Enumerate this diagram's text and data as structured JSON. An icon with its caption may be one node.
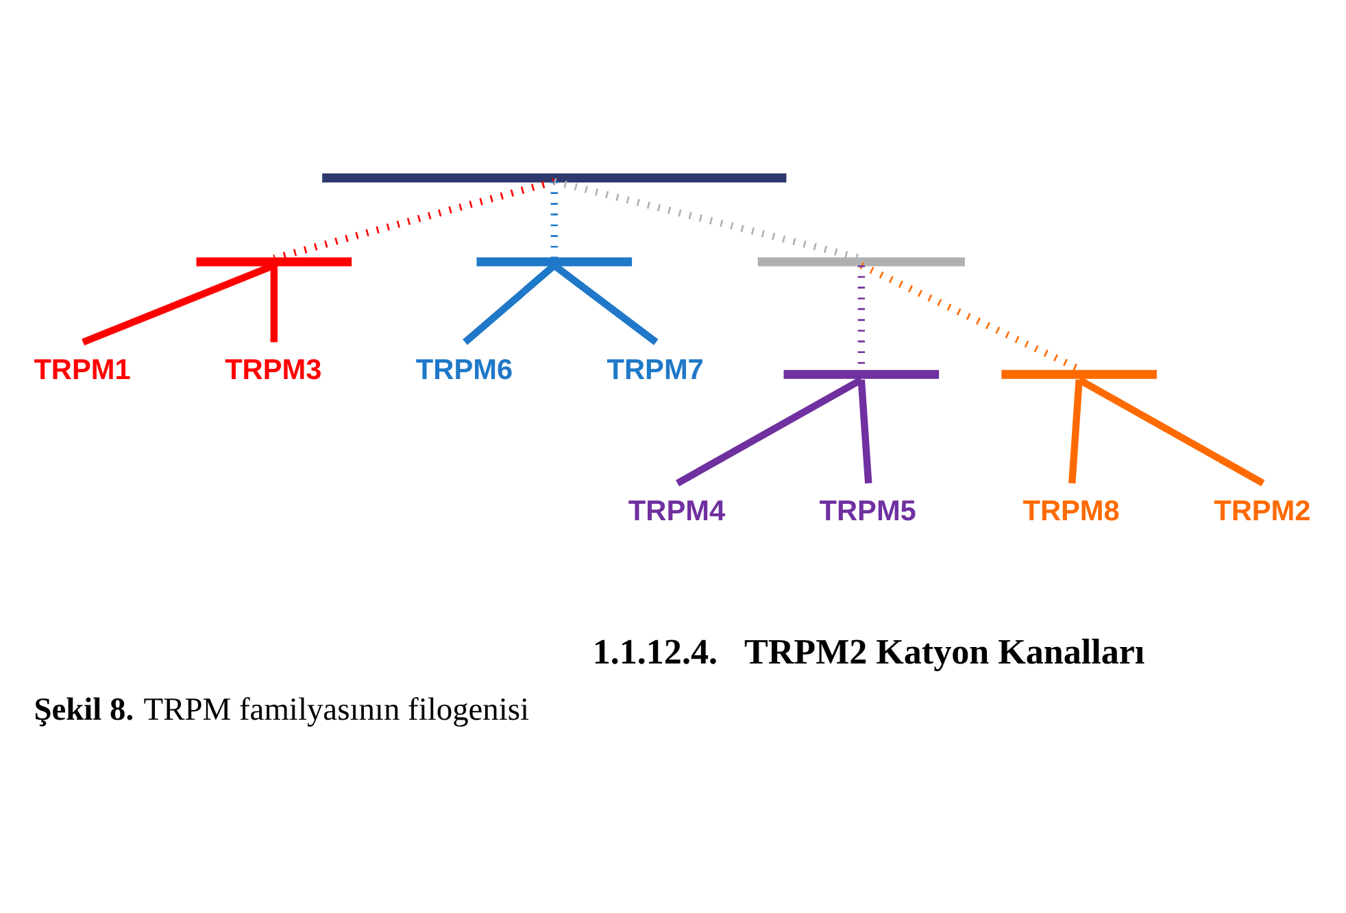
{
  "diagram": {
    "caption": "**Şekil 8.** TRPM familyasının filogenisi",
    "nodes": [
      {
        "text": [],
        "shape": "bar"
      },
      {
        "text": [],
        "shape": "bar"
      },
      {
        "text": [],
        "shape": "bar"
      },
      {
        "text": [
          "TRPM6"
        ]
      },
      {
        "text": [
          "TRPM7"
        ]
      },
      {
        "text": [],
        "shape": "bar"
      },
      {
        "text": [
          "TRPM1"
        ]
      },
      {
        "text": [
          "TRPM3"
        ]
      },
      {
        "text": [],
        "shape": "bar"
      },
      {
        "text": [
          "TRPM8"
        ]
      },
      {
        "text": [
          "TRPM2"
        ]
      },
      {
        "text": [],
        "shape": "bar"
      },
      {
        "text": [
          "TRPM4"
        ]
      },
      {
        "text": [
          "TRPM5"
        ]
      }
    ],
    "edges": [
      {
        "from": 0,
        "to": 1,
        "arrow": "none",
        "style": "dashed",
        "color": "#ff0000"
      },
      {
        "from": 0,
        "to": 2,
        "arrow": "none",
        "style": "dashed",
        "color": "#1f78c8"
      },
      {
        "from": 0,
        "to": 5,
        "arrow": "none",
        "style": "dashed",
        "color": "#b0b0b0"
      },
      {
        "from": 1,
        "to": 6,
        "arrow": "none",
        "color": "#ff0000"
      },
      {
        "from": 1,
        "to": 7,
        "arrow": "none",
        "color": "#ff0000"
      },
      {
        "from": 2,
        "to": 3,
        "arrow": "none",
        "color": "#1f78c8"
      },
      {
        "from": 2,
        "to": 4,
        "arrow": "none",
        "color": "#1f78c8"
      },
      {
        "from": 5,
        "to": 11,
        "arrow": "none",
        "style": "dashed",
        "color": "#7030a0"
      },
      {
        "from": 5,
        "to": 8,
        "arrow": "none",
        "style": "dashed",
        "color": "#ff6a00"
      },
      {
        "from": 8,
        "to": 9,
        "arrow": "none",
        "color": "#ff6a00"
      },
      {
        "from": 8,
        "to": 10,
        "arrow": "none",
        "color": "#ff6a00"
      },
      {
        "from": 11,
        "to": 12,
        "arrow": "none",
        "color": "#7030a0"
      },
      {
        "from": 11,
        "to": 13,
        "arrow": "none",
        "color": "#7030a0"
      }
    ],
    "labels": [
      "1.1.12.4.   TRPM2 Katyon Kanalları"
    ]
  }
}
